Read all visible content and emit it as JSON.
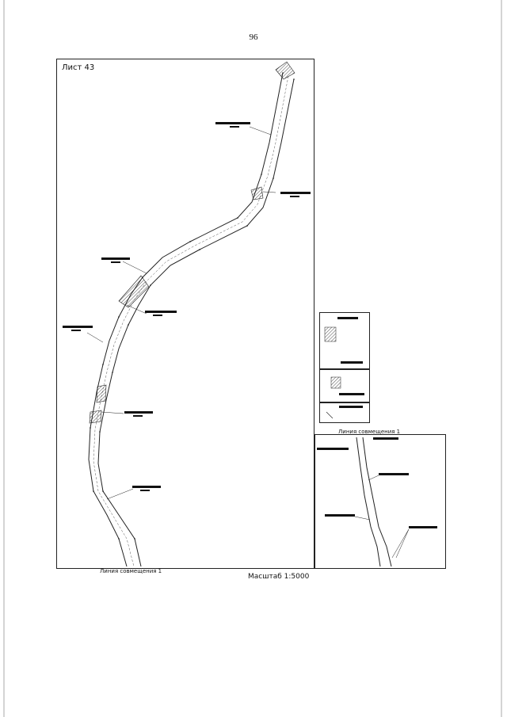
{
  "page": {
    "number": "96"
  },
  "main_map": {
    "sheet_label": "Лист 43",
    "match_line_label": "Линия совмещения 1",
    "scale_label": "Масштаб 1:5000"
  },
  "inset_map": {
    "match_line_label": "Линия совмещения 1"
  }
}
